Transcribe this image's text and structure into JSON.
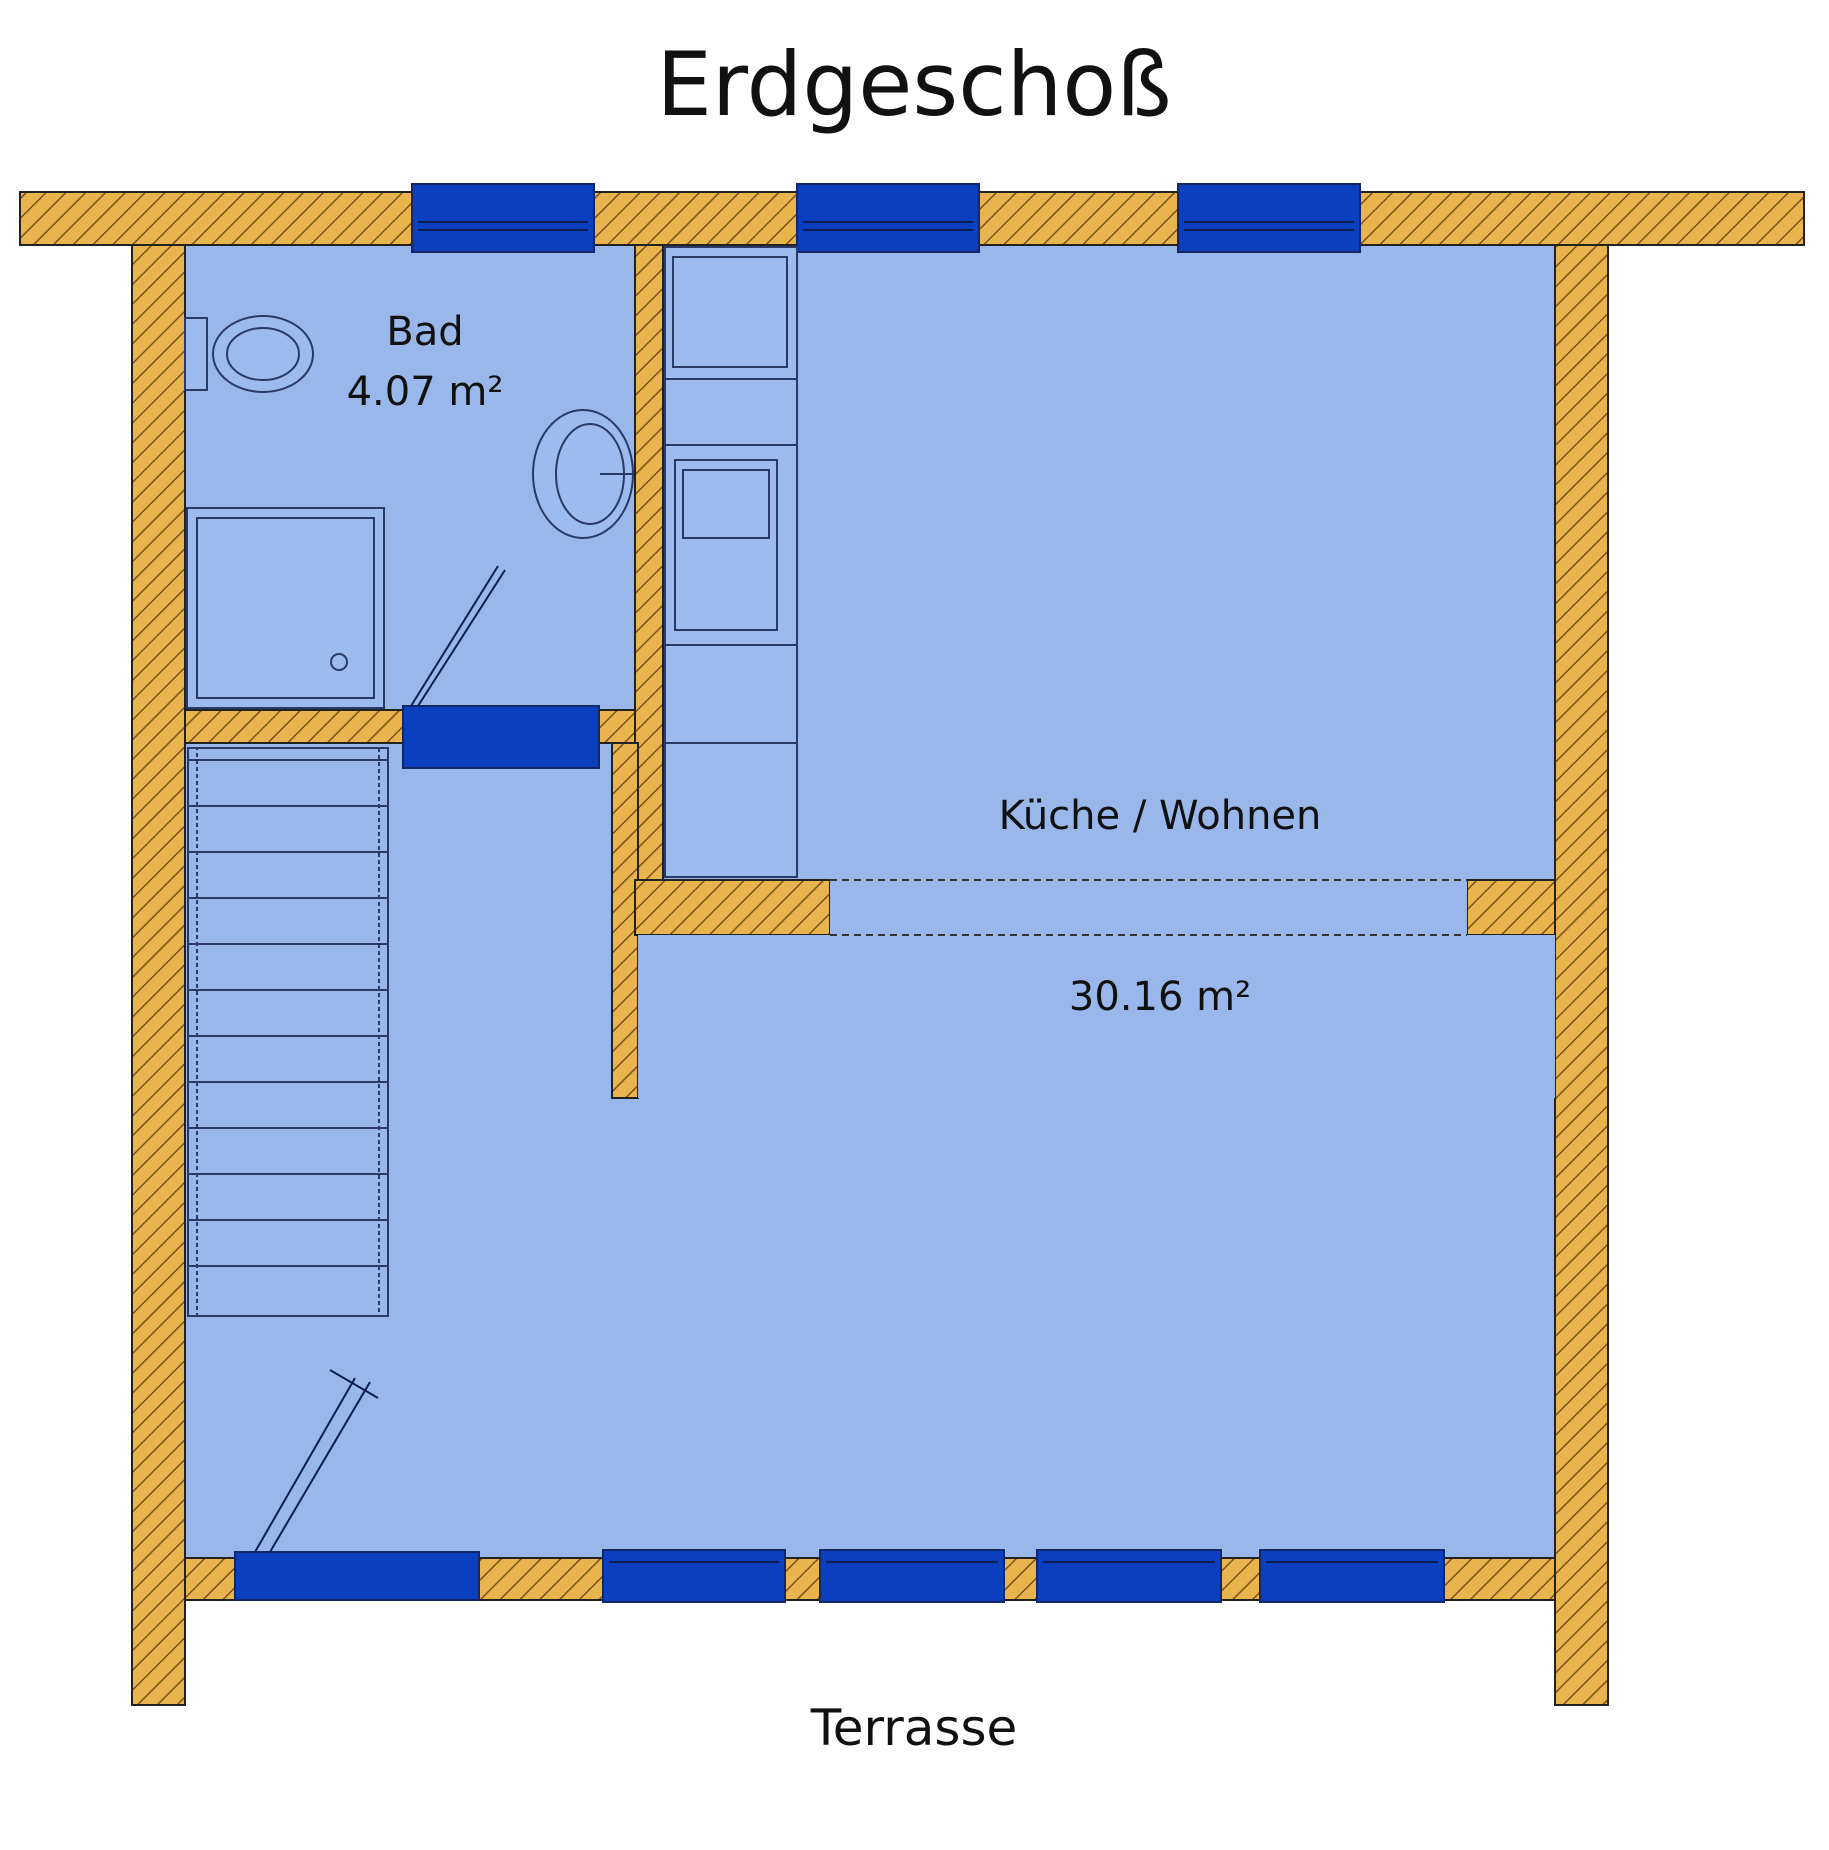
{
  "title": "Erdgeschoß",
  "rooms": {
    "bath": {
      "name": "Bad",
      "area": "4.07 m²"
    },
    "living": {
      "name": "Küche / Wohnen",
      "area": "30.16 m²"
    }
  },
  "outside": {
    "terrace": "Terrasse"
  },
  "colors": {
    "wall_fill": "#e9b34d",
    "wall_hatch": "#7a5518",
    "floor": "#99b7ea",
    "window": "#0a3fc0"
  }
}
